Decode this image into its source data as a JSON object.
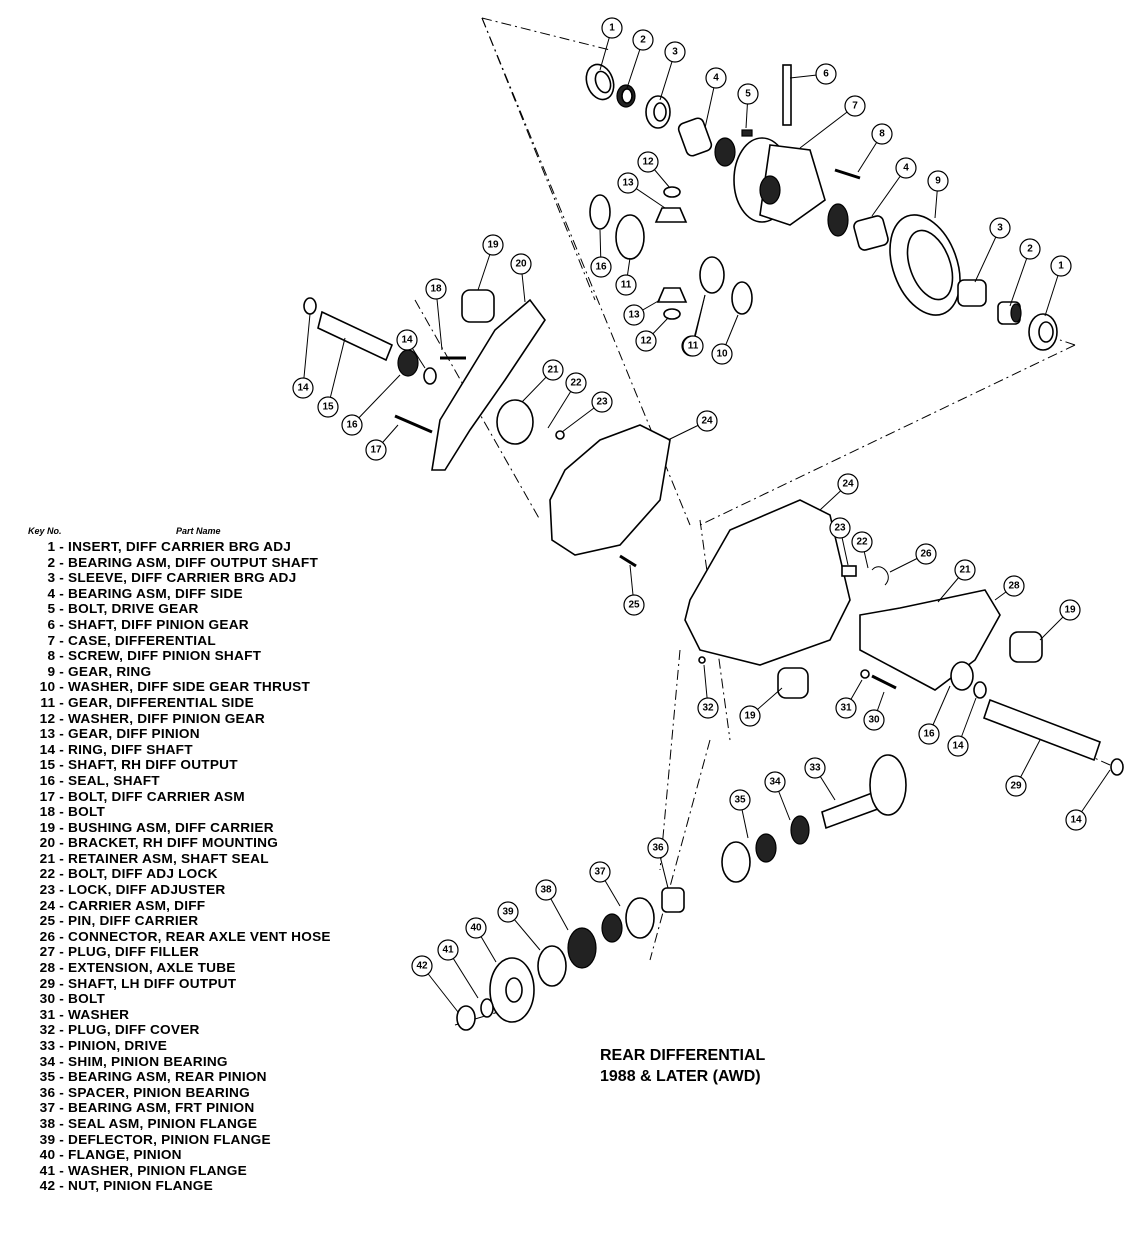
{
  "legend": {
    "header_key": "Key No.",
    "header_part": "Part Name",
    "items": [
      {
        "no": "1",
        "name": "INSERT, DIFF CARRIER BRG ADJ"
      },
      {
        "no": "2",
        "name": "BEARING ASM, DIFF OUTPUT SHAFT"
      },
      {
        "no": "3",
        "name": "SLEEVE, DIFF CARRIER BRG ADJ"
      },
      {
        "no": "4",
        "name": "BEARING ASM, DIFF SIDE"
      },
      {
        "no": "5",
        "name": "BOLT, DRIVE GEAR"
      },
      {
        "no": "6",
        "name": "SHAFT, DIFF PINION GEAR"
      },
      {
        "no": "7",
        "name": "CASE, DIFFERENTIAL"
      },
      {
        "no": "8",
        "name": "SCREW, DIFF PINION SHAFT"
      },
      {
        "no": "9",
        "name": "GEAR, RING"
      },
      {
        "no": "10",
        "name": "WASHER, DIFF SIDE GEAR THRUST"
      },
      {
        "no": "11",
        "name": "GEAR, DIFFERENTIAL SIDE"
      },
      {
        "no": "12",
        "name": "WASHER, DIFF PINION GEAR"
      },
      {
        "no": "13",
        "name": "GEAR, DIFF PINION"
      },
      {
        "no": "14",
        "name": "RING, DIFF SHAFT"
      },
      {
        "no": "15",
        "name": "SHAFT, RH DIFF OUTPUT"
      },
      {
        "no": "16",
        "name": "SEAL, SHAFT"
      },
      {
        "no": "17",
        "name": "BOLT, DIFF CARRIER ASM"
      },
      {
        "no": "18",
        "name": "BOLT"
      },
      {
        "no": "19",
        "name": "BUSHING ASM, DIFF CARRIER"
      },
      {
        "no": "20",
        "name": "BRACKET, RH DIFF MOUNTING"
      },
      {
        "no": "21",
        "name": "RETAINER ASM, SHAFT SEAL"
      },
      {
        "no": "22",
        "name": "BOLT, DIFF ADJ LOCK"
      },
      {
        "no": "23",
        "name": "LOCK, DIFF ADJUSTER"
      },
      {
        "no": "24",
        "name": "CARRIER ASM, DIFF"
      },
      {
        "no": "25",
        "name": "PIN, DIFF CARRIER"
      },
      {
        "no": "26",
        "name": "CONNECTOR, REAR AXLE VENT HOSE"
      },
      {
        "no": "27",
        "name": "PLUG, DIFF FILLER"
      },
      {
        "no": "28",
        "name": "EXTENSION, AXLE TUBE"
      },
      {
        "no": "29",
        "name": "SHAFT, LH DIFF OUTPUT"
      },
      {
        "no": "30",
        "name": "BOLT"
      },
      {
        "no": "31",
        "name": "WASHER"
      },
      {
        "no": "32",
        "name": "PLUG, DIFF COVER"
      },
      {
        "no": "33",
        "name": "PINION, DRIVE"
      },
      {
        "no": "34",
        "name": "SHIM, PINION BEARING"
      },
      {
        "no": "35",
        "name": "BEARING ASM, REAR PINION"
      },
      {
        "no": "36",
        "name": "SPACER, PINION BEARING"
      },
      {
        "no": "37",
        "name": "BEARING ASM, FRT PINION"
      },
      {
        "no": "38",
        "name": "SEAL ASM, PINION FLANGE"
      },
      {
        "no": "39",
        "name": "DEFLECTOR, PINION FLANGE"
      },
      {
        "no": "40",
        "name": "FLANGE, PINION"
      },
      {
        "no": "41",
        "name": "WASHER, PINION FLANGE"
      },
      {
        "no": "42",
        "name": "NUT, PINION FLANGE"
      }
    ]
  },
  "title": {
    "line1": "REAR DIFFERENTIAL",
    "line2": "1988 & LATER (AWD)"
  },
  "callouts": [
    "1",
    "2",
    "3",
    "4",
    "5",
    "6",
    "7",
    "8",
    "4",
    "9",
    "3",
    "2",
    "1",
    "12",
    "13",
    "16",
    "11",
    "11",
    "13",
    "12",
    "11",
    "10",
    "19",
    "20",
    "18",
    "14",
    "14",
    "15",
    "16",
    "17",
    "21",
    "22",
    "23",
    "24",
    "24",
    "23",
    "22",
    "26",
    "21",
    "28",
    "19",
    "25",
    "19",
    "32",
    "31",
    "30",
    "16",
    "14",
    "29",
    "14",
    "33",
    "34",
    "35",
    "36",
    "37",
    "38",
    "39",
    "40",
    "41",
    "42"
  ]
}
